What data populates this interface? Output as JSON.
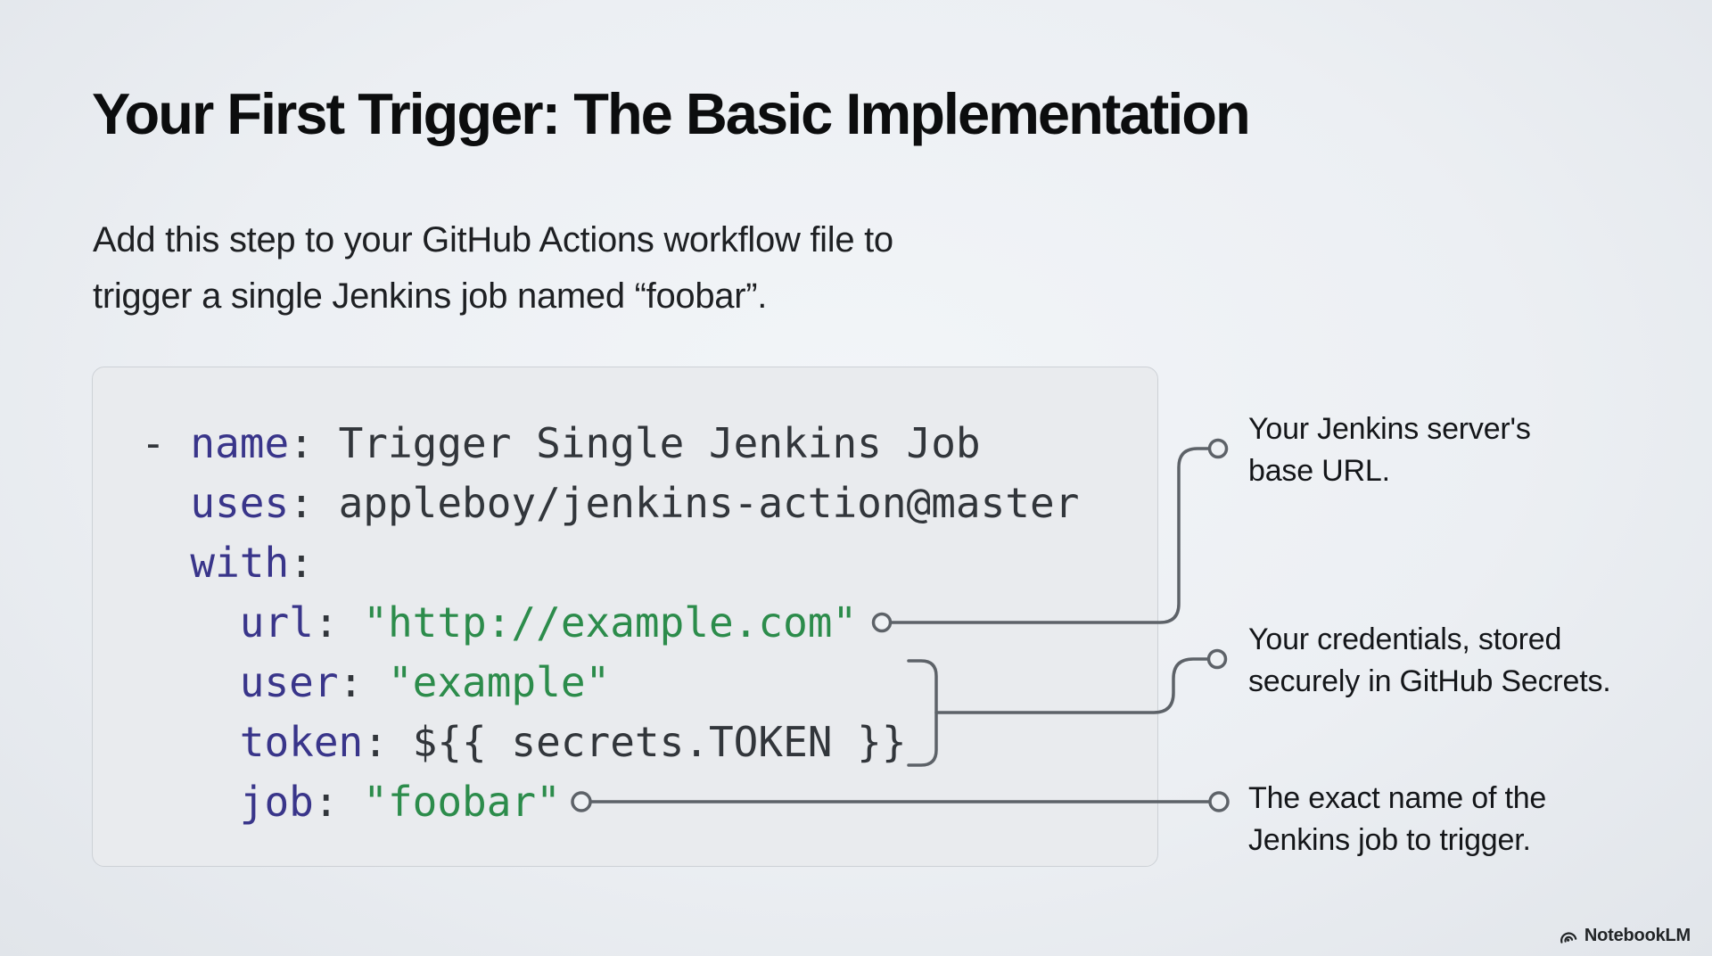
{
  "page": {
    "title": "Your First Trigger: The Basic Implementation",
    "subtitle_lines": [
      "Add this step to your GitHub Actions workflow file to",
      "trigger a single Jenkins job named “foobar”."
    ]
  },
  "code_block": {
    "language": "yaml",
    "lines": [
      {
        "indent": "",
        "prefix": "- ",
        "key": "name",
        "value": "Trigger Single Jenkins Job",
        "type": "plain"
      },
      {
        "indent": "  ",
        "prefix": "",
        "key": "uses",
        "value": "appleboy/jenkins-action@master",
        "type": "plain"
      },
      {
        "indent": "  ",
        "prefix": "",
        "key": "with",
        "value": "",
        "type": "plain"
      },
      {
        "indent": "    ",
        "prefix": "",
        "key": "url",
        "value": "\"http://example.com\"",
        "type": "string"
      },
      {
        "indent": "    ",
        "prefix": "",
        "key": "user",
        "value": "\"example\"",
        "type": "string"
      },
      {
        "indent": "    ",
        "prefix": "",
        "key": "token",
        "value": "${{ secrets.TOKEN }}",
        "type": "plain"
      },
      {
        "indent": "    ",
        "prefix": "",
        "key": "job",
        "value": "\"foobar\"",
        "type": "string"
      }
    ]
  },
  "annotations": [
    {
      "target": "url",
      "lines": [
        "Your Jenkins server's",
        "base URL."
      ]
    },
    {
      "target": "token",
      "lines": [
        "Your credentials, stored",
        "securely in GitHub Secrets."
      ]
    },
    {
      "target": "job",
      "lines": [
        "The exact name of the",
        "Jenkins job to trigger."
      ]
    }
  ],
  "branding": {
    "logo_label": "NotebookLM"
  },
  "colors": {
    "code-key": "#39358a",
    "code-str": "#2c8c4b",
    "code-plain": "#32363b",
    "connector": "#5d6268",
    "card-bg": "#e9ebee",
    "card-border": "#cdd1d6"
  }
}
